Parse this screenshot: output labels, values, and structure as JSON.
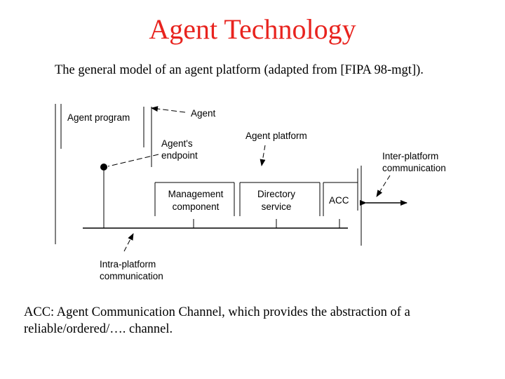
{
  "title": "Agent Technology",
  "subtitle": "The general model of an agent platform (adapted from [FIPA 98-mgt]).",
  "diagram": {
    "labels": {
      "agent_program": "Agent program",
      "agent": "Agent",
      "agents_endpoint_1": "Agent's",
      "agents_endpoint_2": "endpoint",
      "agent_platform": "Agent platform",
      "inter_platform_1": "Inter-platform",
      "inter_platform_2": "communication",
      "management_1": "Management",
      "management_2": "component",
      "directory_1": "Directory",
      "directory_2": "service",
      "acc": "ACC",
      "intra_platform_1": "Intra-platform",
      "intra_platform_2": "communication"
    }
  },
  "caption": "ACC: Agent Communication Channel, which provides the abstraction of a reliable/ordered/…. channel."
}
